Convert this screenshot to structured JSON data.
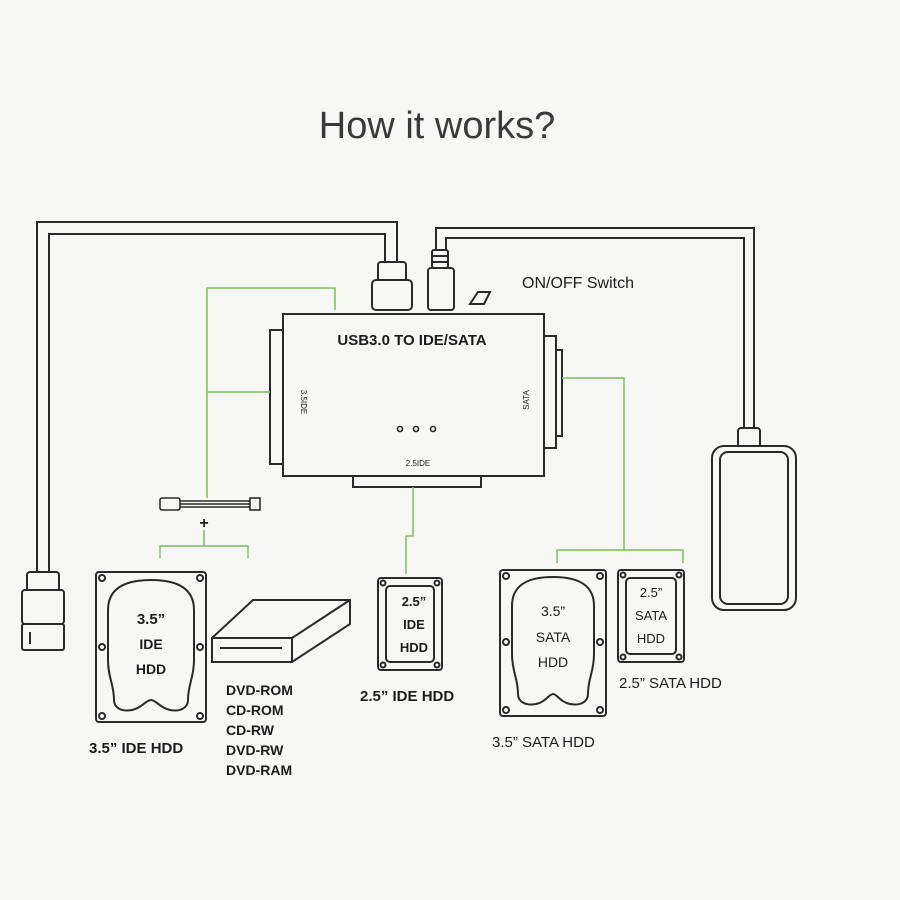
{
  "title": "How it works?",
  "adapter": {
    "label": "USB3.0 TO IDE/SATA",
    "port_left": "3.5IDE",
    "port_right": "SATA",
    "port_bottom": "2.5IDE"
  },
  "switch_label": "ON/OFF Switch",
  "plus": "+",
  "ide35": {
    "line1": "3.5”",
    "line2": "IDE",
    "line3": "HDD",
    "caption": "3.5”  IDE HDD"
  },
  "optical": {
    "items": [
      "DVD-ROM",
      "CD-ROM",
      "CD-RW",
      "DVD-RW",
      "DVD-RAM"
    ]
  },
  "ide25": {
    "line1": "2.5”",
    "line2": "IDE",
    "line3": "HDD",
    "caption": "2.5”  IDE HDD"
  },
  "sata35": {
    "line1": "3.5”",
    "line2": "SATA",
    "line3": "HDD",
    "caption": "3.5”  SATA HDD"
  },
  "sata25": {
    "line1": "2.5”",
    "line2": "SATA",
    "line3": "HDD",
    "caption": "2.5”  SATA HDD"
  },
  "colors": {
    "line": "#2a2a2a",
    "connector": "#7bbf5a",
    "paper": "#f7f7f5"
  }
}
